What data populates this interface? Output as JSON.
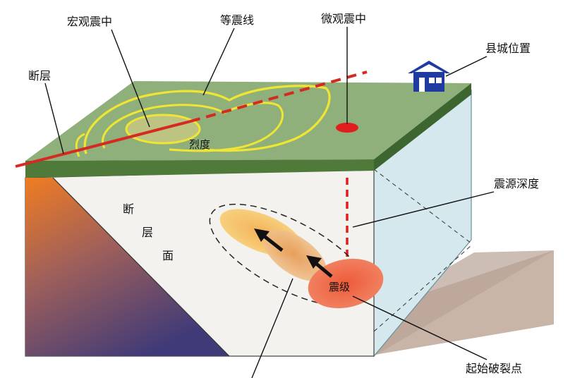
{
  "labels": {
    "macro_epicenter": "宏观震中",
    "isoseismal": "等震线",
    "micro_epicenter": "微观震中",
    "fault": "断层",
    "county_location": "县城位置",
    "intensity": "烈度",
    "fault_plane": [
      "断",
      "层",
      "面"
    ],
    "focal_depth": "震源深度",
    "magnitude": "震级",
    "initial_rupture_point": "起始破裂点"
  },
  "colors": {
    "ground_surface": "#8fb07a",
    "ground_edge": "#4f7a3a",
    "fault_line": "#d42a22",
    "isoseismal_line": "#f0e534",
    "micro_epicenter_dot": "#e01e1e",
    "house": "#1f3aa0",
    "right_face": "#cfe4ea",
    "front_face": "#f2f2ee",
    "rupture_orange": "#ef6a3c",
    "rupture_light": "#f6c46a",
    "rock_gradient_top": "#f07c22",
    "rock_gradient_bottom": "#4a3f7a",
    "ground_slab": "#c9b5a8"
  },
  "icons": [
    "house-icon",
    "arrow-icon"
  ]
}
